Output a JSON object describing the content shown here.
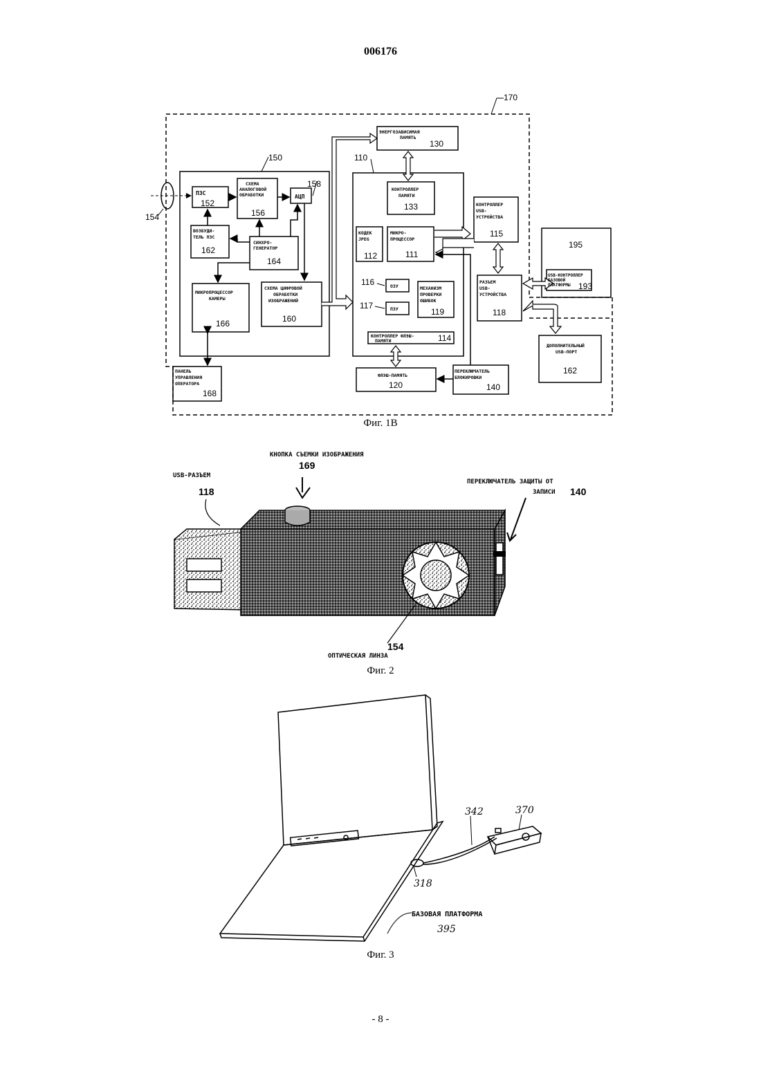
{
  "page": {
    "doc_number": "006176",
    "page_number": "- 8 -"
  },
  "fig1b": {
    "caption": "Фиг. 1В",
    "ref_170": "170",
    "ref_150": "150",
    "ref_110": "110",
    "ref_154": "154",
    "nvm": {
      "l1": "ЭНЕРГОЗАВИСИМАЯ",
      "l2": "ПАМЯТЬ",
      "num": "130"
    },
    "ccd": {
      "l1": "ПЗС",
      "num": "152"
    },
    "analog": {
      "l1": "СХЕМА",
      "l2": "АНАЛОГОВОЙ",
      "l3": "ОБРАБОТКИ",
      "num": "156"
    },
    "adc": {
      "l1": "АЦП",
      "num": "158"
    },
    "ccd_driver": {
      "l1": "ВОЗБУДИ-",
      "l2": "ТЕЛЬ  ПЗС",
      "num": "162"
    },
    "syncgen": {
      "l1": "СИНХРО-",
      "l2": "ГЕНЕРАТОР",
      "num": "164"
    },
    "cam_mcu": {
      "l1": "МИКРОПРОЦЕССОР",
      "l2": "КАМЕРЫ",
      "num": "166"
    },
    "digital": {
      "l1": "СХЕМА ЦИФРОВОЙ",
      "l2": "ОБРАБОТКИ",
      "l3": "ИЗОБРАЖЕНИЙ",
      "num": "160"
    },
    "mem_ctrl": {
      "l1": "КОНТРОЛЛЕР",
      "l2": "ПАМЯТИ",
      "num": "133"
    },
    "codec": {
      "l1": "КОДЕК",
      "l2": "JPEG",
      "num": "112"
    },
    "mcu": {
      "l1": "МИКРО-",
      "l2": "ПРОЦЕССОР",
      "num": "111"
    },
    "ram": {
      "l1": "ОЗУ",
      "num": "116"
    },
    "rom": {
      "l1": "ПЗУ",
      "num": "117"
    },
    "err": {
      "l1": "МЕХАНИЗМ",
      "l2": "ПРОВЕРКИ",
      "l3": "ОШИБОК",
      "num": "119"
    },
    "flash_ctrl": {
      "l1": "КОНТРОЛЛЕР ФЛЭШ-",
      "l2": "ПАМЯТИ",
      "num": "114"
    },
    "usb_ctrl": {
      "l1": "КОНТРОЛЛЕР",
      "l2": "USB-",
      "l3": "УСТРОЙСТВА",
      "num": "115"
    },
    "usb_conn": {
      "l1": "РАЗЪЕМ",
      "l2": "USB-",
      "l3": "УСТРОЙСТВА",
      "num": "118"
    },
    "base": {
      "num": "195"
    },
    "base_usb": {
      "l1": "USB-КОНТРОЛЛЕР",
      "l2": "БАЗОВОЙ",
      "l3": "ПЛАТФОРМЫ",
      "num": "193"
    },
    "extra_usb": {
      "l1": "ДОПОЛНИТЕЛЬНЫЙ",
      "l2": "USB-ПОРТ",
      "num": "162"
    },
    "panel": {
      "l1": "ПАНЕЛЬ",
      "l2": "УПРАВЛЕНИЯ",
      "l3": "ОПЕРАТОРА",
      "num": "168"
    },
    "flash": {
      "l1": "ФЛЭШ-ПАМЯТЬ",
      "num": "120"
    },
    "lock": {
      "l1": "ПЕРЕКЛЮЧАТЕЛЬ",
      "l2": "БЛОКИРОВКИ",
      "num": "140"
    }
  },
  "fig2": {
    "caption": "Фиг. 2",
    "button_label": "КНОПКА СЪЕМКИ ИЗОБРАЖЕНИЯ",
    "button_num": "169",
    "usb_label": "USB-РАЗЪЕМ",
    "usb_num": "118",
    "switch_label_1": "ПЕРЕКЛЮЧАТЕЛЬ ЗАЩИТЫ ОТ",
    "switch_label_2": "ЗАПИСИ",
    "switch_num": "140",
    "lens_num": "154",
    "lens_label": "ОПТИЧЕСКАЯ ЛИНЗА"
  },
  "fig3": {
    "caption": "Фиг. 3",
    "cable_num": "342",
    "device_num": "370",
    "port_num": "318",
    "base_label": "БАЗОВАЯ ПЛАТФОРМА",
    "base_num": "395"
  }
}
